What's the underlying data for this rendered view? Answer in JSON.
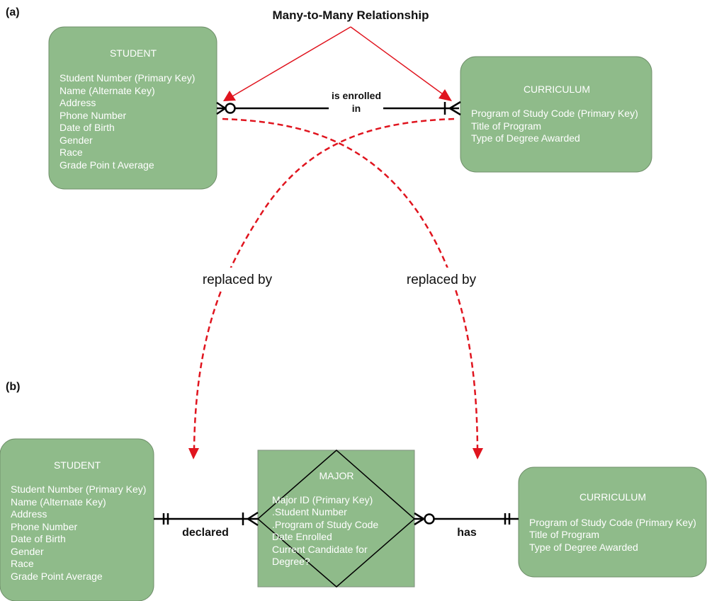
{
  "panels": {
    "a": {
      "label": "(a)"
    },
    "b": {
      "label": "(b)"
    }
  },
  "title": "Many-to-Many Relationship",
  "panel_a": {
    "student": {
      "name": "STUDENT",
      "attributes": [
        "Student Number (Primary Key)",
        "Name (Alternate Key)",
        "Address",
        "Phone Number",
        "Date of Birth",
        "Gender",
        "Race",
        "Grade Poin t Average"
      ]
    },
    "curriculum": {
      "name": "CURRICULUM",
      "attributes": [
        "Program of Study Code (Primary Key)",
        "Title of Program",
        "Type of Degree Awarded"
      ]
    },
    "relationship": {
      "label_line1": "is enrolled",
      "label_line2": "in",
      "student_end": "zero-or-many",
      "curriculum_end": "one-or-many"
    }
  },
  "replacement_labels": [
    "replaced by",
    "replaced by"
  ],
  "panel_b": {
    "student": {
      "name": "STUDENT",
      "attributes": [
        "Student Number (Primary Key)",
        "Name (Alternate Key)",
        "Address",
        "Phone Number",
        "Date of Birth",
        "Gender",
        "Race",
        "Grade Point Average"
      ]
    },
    "major": {
      "name": "MAJOR",
      "attributes": [
        "Major ID (Primary Key)",
        ".Student Number",
        ".Program of Study Code",
        "Date Enrolled",
        "Current Candidate for",
        "Degree?"
      ]
    },
    "curriculum": {
      "name": "CURRICULUM",
      "attributes": [
        "Program of Study Code (Primary Key)",
        "Title of Program",
        "Type of Degree Awarded"
      ]
    },
    "relationships": [
      {
        "label": "declared",
        "left_end": "exactly-one",
        "right_end": "one-or-many"
      },
      {
        "label": "has",
        "left_end": "zero-or-many",
        "right_end": "exactly-one"
      }
    ]
  },
  "colors": {
    "entity_fill": "#8fbb8a",
    "annotation_red": "#e0141e",
    "line": "#000000"
  }
}
